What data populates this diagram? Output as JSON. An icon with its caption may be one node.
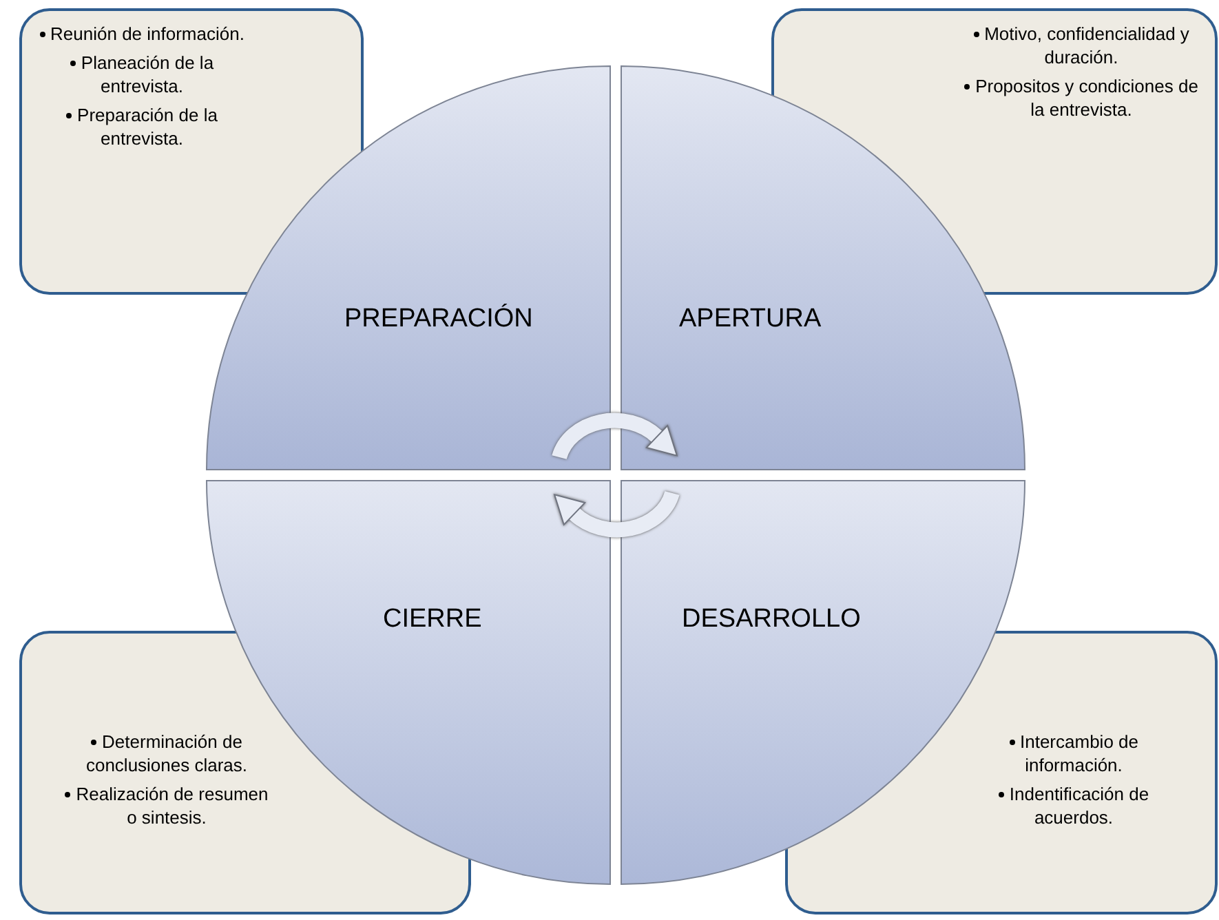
{
  "diagram": {
    "nodes": [
      {
        "text": [
          "Reunión de información.",
          "Planeación de la entrevista.",
          "Preparación de la entrevista."
        ]
      },
      {
        "text": [
          "Motivo, confidencialidad y duración.",
          "Propositos y condiciones de la entrevista."
        ]
      },
      {
        "text": [
          "PREPARACIÓN"
        ]
      },
      {
        "text": [
          "APERTURA"
        ]
      },
      {
        "text": [
          "CIERRE"
        ]
      },
      {
        "text": [
          "DESARROLLO"
        ]
      },
      {
        "text": [
          "Determinación de conclusiones claras.",
          "Realización de resumen o sintesis."
        ]
      },
      {
        "text": [
          "Intercambio de información.",
          "Indentificación de acuerdos."
        ]
      }
    ],
    "edges": [
      {
        "from": 2,
        "to": 3,
        "arrow": "to"
      },
      {
        "from": 5,
        "to": 4,
        "arrow": "to"
      }
    ]
  }
}
